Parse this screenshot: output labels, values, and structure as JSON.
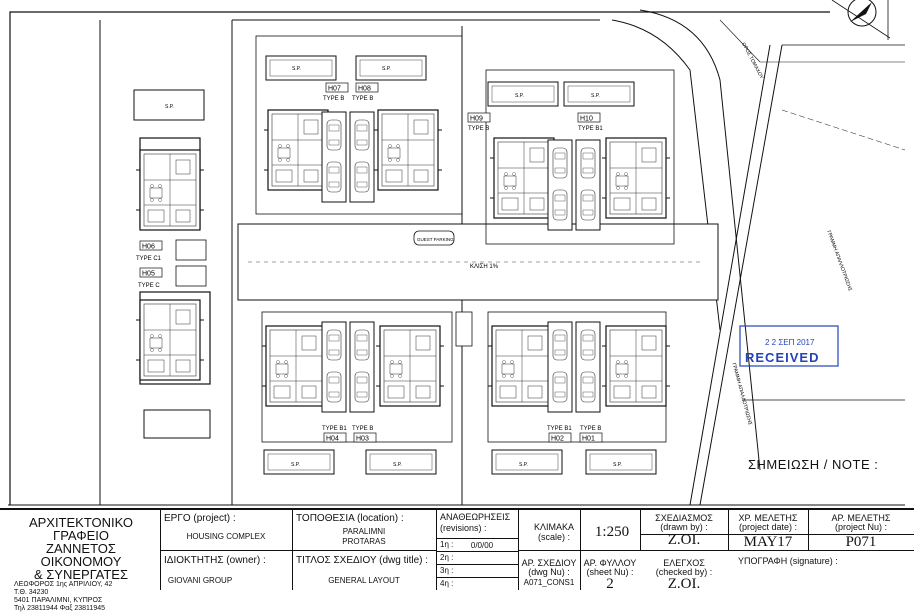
{
  "plan": {
    "units": {
      "h07": {
        "code": "H07",
        "type": "TYPE B"
      },
      "h08": {
        "code": "H08",
        "type": "TYPE B"
      },
      "h09": {
        "code": "H09",
        "type": "TYPE B"
      },
      "h10": {
        "code": "H10",
        "type": "TYPE B1"
      },
      "h06": {
        "code": "H06",
        "type": "TYPE C1"
      },
      "h05": {
        "code": "H05",
        "type": "TYPE C"
      },
      "h04": {
        "code": "H04",
        "type": "TYPE B1"
      },
      "h03": {
        "code": "H03",
        "type": "TYPE B"
      },
      "h02": {
        "code": "H02",
        "type": "TYPE B1"
      },
      "h01": {
        "code": "H01",
        "type": "TYPE B"
      }
    },
    "pool_label": "S.P.",
    "guest_parking": "GUEST PARKING",
    "road_slope": "ΚΛΙΣΗ 1%",
    "road_name": "ΟΡΟΣ ΤΟΜΑΧΟΥ",
    "line_label_1": "ΓΡΑΜΜΗ ΑΠΑΛΛΟΤΡΙΩΣΗΣ",
    "line_label_2": "ΓΡΑΜΜΗ ΑΠΑΛΛΟΤΡΙΩΣΗΣ",
    "stamp_date": "2 2 ΣΕΠ 2017",
    "stamp_text": "RECEIVED",
    "note": "ΣΗΜΕΙΩΣΗ / NOTE :"
  },
  "title_block": {
    "architect_line1": "ΑΡΧΙΤΕΚΤΟΝΙΚΟ ΓΡΑΦΕΙΟ",
    "architect_line2": "ΖΑΝΝΕΤΟΣ ΟΙΚΟΝΟΜΟΥ",
    "architect_line3": "& ΣΥΝΕΡΓΑΤΕΣ",
    "address1": "ΛΕΩΦΟΡΟΣ 1ης ΑΠΡΙΛΙΟΥ, 42",
    "address2": "Τ.Θ. 34230",
    "address3": "5401 ΠΑΡΑΛΙΜΝΙ, ΚΥΠΡΟΣ",
    "address4": "Τηλ 23811944   Φαξ 23811945",
    "project_label": "ΕΡΓΟ (project) :",
    "project_value": "HOUSING COMPLEX",
    "owner_label": "ΙΔΙΟΚΤΗΤΗΣ (owner) :",
    "owner_value": "GIOVANI GROUP",
    "location_label": "ΤΟΠΟΘΕΣΙΑ (location) :",
    "location_value1": "PARALIMNI",
    "location_value2": "PROTARAS",
    "title_label": "ΤΙΤΛΟΣ ΣΧΕΔΙΟΥ (dwg title) :",
    "title_value": "GENERAL LAYOUT",
    "revisions_label1": "ΑΝΑΘΕΩΡΗΣΕΙΣ",
    "revisions_label2": "(revisions) :",
    "rev1": "1η :",
    "rev1_value": "0/0/00",
    "rev2": "2η :",
    "rev3": "3η :",
    "rev4": "4η :",
    "scale_label1": "ΚΛΙΜΑΚΑ",
    "scale_label2": "(scale) :",
    "scale_value": "1:250",
    "dwg_no_label1": "ΑΡ. ΣΧΕΔΙΟΥ",
    "dwg_no_label2": "(dwg Nu) :",
    "dwg_no_value": "A071_CONS1",
    "sheet_label1": "ΑΡ. ΦΥΛΛΟΥ",
    "sheet_label2": "(sheet Nu) :",
    "sheet_value": "2",
    "drawn_label1": "ΣΧΕΔΙΑΣΜΟΣ",
    "drawn_label2": "(drawn by) :",
    "drawn_value": "Z.OI.",
    "checked_label1": "ΕΛΕΓΧΟΣ",
    "checked_label2": "(checked by) :",
    "checked_value": "Z.OI.",
    "date_label1": "ΧΡ. ΜΕΛΕΤΗΣ",
    "date_label2": "(project date) :",
    "date_value": "MAY17",
    "pno_label1": "ΑΡ. ΜΕΛΕΤΗΣ",
    "pno_label2": "(project Nu) :",
    "pno_value": "P071",
    "signature_label": "ΥΠΟΓΡΑΦΗ (signature) :"
  }
}
